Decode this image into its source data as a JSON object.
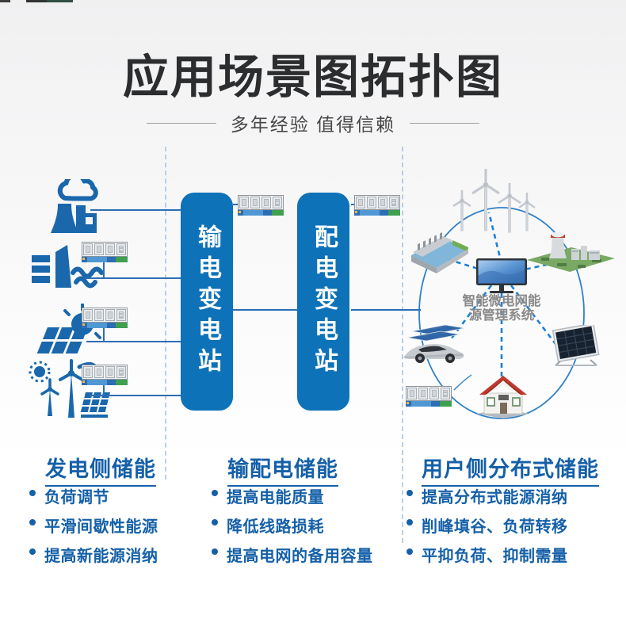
{
  "header": {
    "title": "应用场景图拓扑图",
    "subtitle": "多年经验 值得信赖"
  },
  "diagram": {
    "substation_left": "输电变电站",
    "substation_right": "配电变电站",
    "hub_label_line1": "智能微电网能",
    "hub_label_line2": "源管理系统",
    "source_icons": [
      "thermal-power-icon",
      "hydro-power-icon",
      "solar-pv-icon",
      "wind-solar-icon"
    ],
    "hub_icons": [
      "wind-farm-icon",
      "hydro-dam-icon",
      "thermal-plant-icon",
      "energy-monitor-icon",
      "solar-panel-icon",
      "solar-ev-car-icon",
      "house-icon",
      "battery-container-icon"
    ]
  },
  "columns": [
    {
      "heading": "发电侧储能",
      "bullets": [
        "负荷调节",
        "平滑间歇性能源",
        "提高新能源消纳"
      ]
    },
    {
      "heading": "输配电储能",
      "bullets": [
        "提高电能质量",
        "降低线路损耗",
        "提高电网的备用容量"
      ]
    },
    {
      "heading": "用户侧分布式储能",
      "bullets": [
        "提高分布式能源消纳",
        "削峰填谷、负荷转移",
        "平抑负荷、抑制需量"
      ]
    }
  ],
  "colors": {
    "substation_blue": "#0e72b8",
    "flat_icon_blue": "#1a67ac",
    "text_blue": "#1560a8",
    "line_blue": "#2f6db3",
    "dashed_light_blue": "#b5d0e8",
    "spoke_blue": "#1d7fd6",
    "title_dark": "#2b2d2f"
  }
}
